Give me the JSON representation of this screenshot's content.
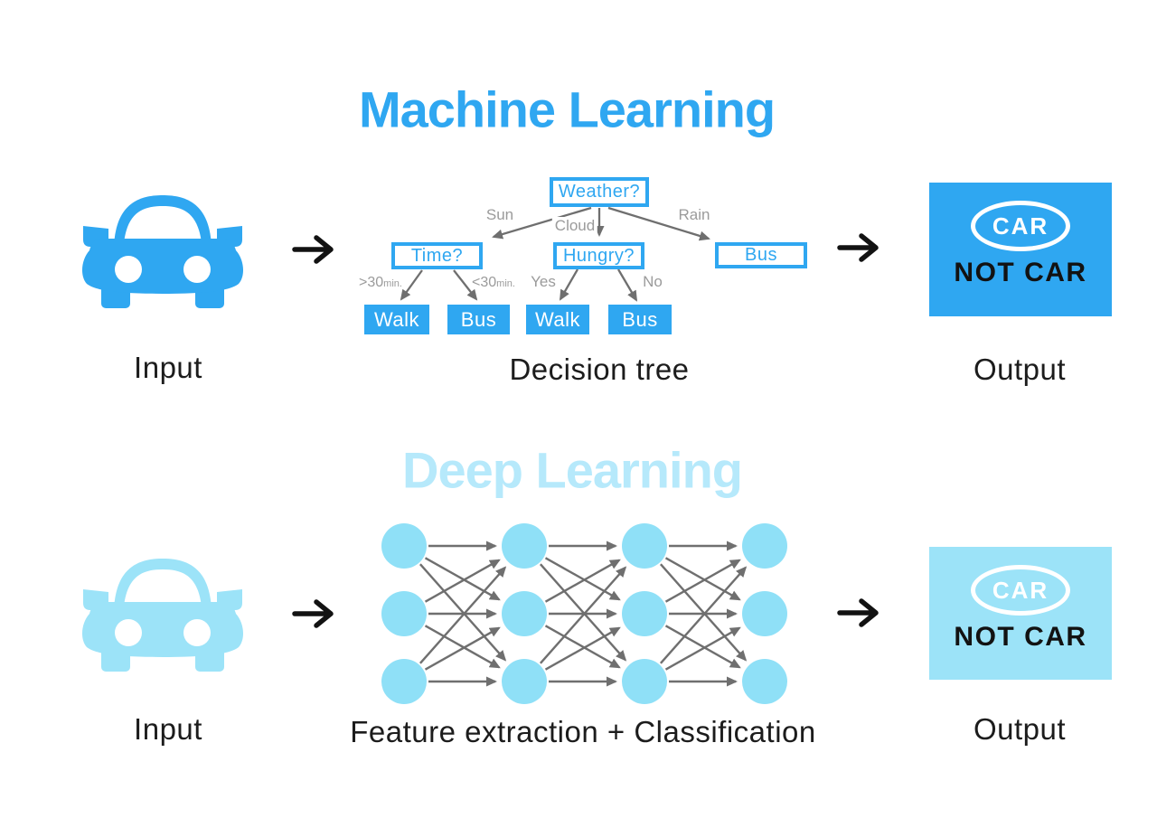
{
  "page": {
    "background": "#ffffff"
  },
  "colors": {
    "primary_blue": "#2fa7f1",
    "light_blue": "#9ce3f8",
    "pale_title_blue": "#b6e9fb",
    "neuron_blue": "#8fe0f7",
    "label_gray": "#9b9b9b",
    "edge_gray": "#6f6f6f",
    "text_black": "#1c1c1c"
  },
  "icons": {
    "input": "car-front-icon",
    "flow": "right-arrow-icon"
  },
  "ml": {
    "title": "Machine Learning",
    "input_label": "Input",
    "method_label": "Decision tree",
    "output_label": "Output",
    "output_box": {
      "inside_oval": "CAR",
      "below_oval": "NOT CAR"
    },
    "tree": {
      "root": "Weather?",
      "branch_labels": [
        "Sun",
        "Cloud",
        "Rain"
      ],
      "level2": [
        "Time?",
        "Hungry?",
        "Bus"
      ],
      "conditions": [
        {
          "text": ">30",
          "suffix": "min."
        },
        {
          "text": "<30",
          "suffix": "min."
        },
        {
          "text": "Yes",
          "suffix": ""
        },
        {
          "text": "No",
          "suffix": ""
        }
      ],
      "leaves": [
        "Walk",
        "Bus",
        "Walk",
        "Bus"
      ]
    }
  },
  "dl": {
    "title": "Deep Learning",
    "input_label": "Input",
    "method_label": "Feature extraction + Classification",
    "output_label": "Output",
    "output_box": {
      "inside_oval": "CAR",
      "below_oval": "NOT CAR"
    },
    "network": {
      "layers": 4,
      "nodes_per_layer": 3
    }
  }
}
